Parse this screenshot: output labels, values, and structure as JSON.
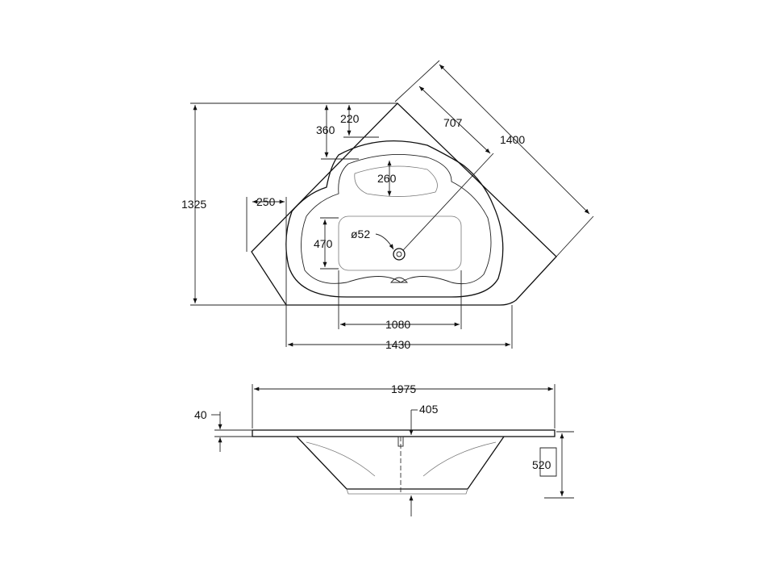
{
  "top_view": {
    "dims": {
      "overall_depth": "1325",
      "headrest_depth": "360",
      "rim_depth": "220",
      "headrest_to_basin": "260",
      "side_offset": "250",
      "seat_depth": "470",
      "drain_diameter": "ø52",
      "diagonal_half": "707",
      "diagonal_front": "1400",
      "basin_width": "1080",
      "overall_width": "1430"
    }
  },
  "side_view": {
    "dims": {
      "overall_length": "1975",
      "drain_offset": "405",
      "rim_thickness": "40",
      "depth": "520"
    }
  },
  "colors": {
    "line": "#111111",
    "background": "#ffffff"
  }
}
